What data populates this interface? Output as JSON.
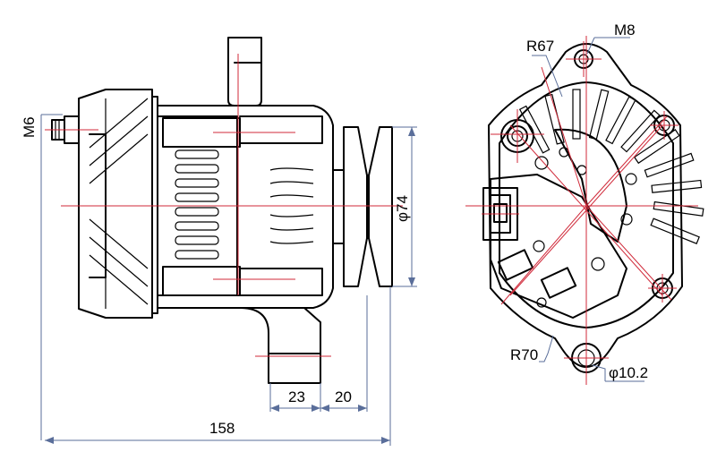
{
  "diagram": {
    "left_view": {
      "dimensions": {
        "thread_side": "M6",
        "pulley_diameter": "φ74",
        "mount_offset": "23",
        "pulley_offset": "20",
        "overall_length": "158"
      }
    },
    "right_view": {
      "labels": {
        "radius_upper": "R67",
        "bolt_thread": "M8",
        "radius_lower": "R70",
        "hole_diameter": "φ10.2"
      }
    }
  },
  "colors": {
    "outline": "#000000",
    "centerline": "#d02a3a",
    "dimension": "#5a6e9a"
  }
}
